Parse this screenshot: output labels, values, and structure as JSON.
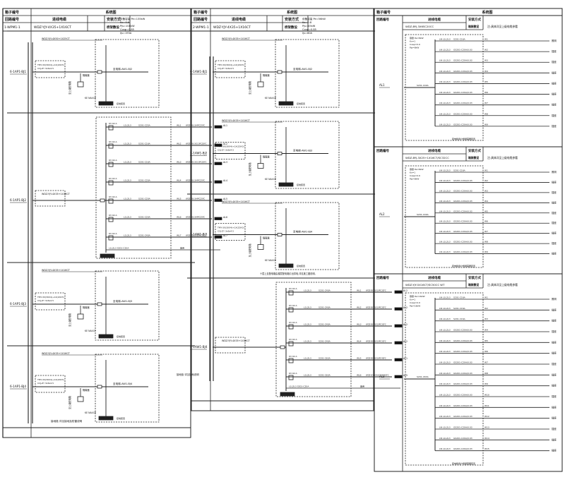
{
  "headers": {
    "cabinet_no": "箱子编号",
    "system_diagram": "系统图",
    "circuit_no": "回路编号",
    "cable": "进线电缆",
    "install": "安装方式",
    "note": "注:具体详见上级电缆参看"
  },
  "panel_left": {
    "incoming_id": "1-WPM1-1",
    "incoming_cable": "WDZ-YJY-4X35+1X16CT",
    "install": "桥架敷设",
    "params": [
      "Pe=135kW",
      "Kx=0.8",
      "Pjs=108kW",
      "Cosφ=0.85",
      "Ijs=193A"
    ],
    "sections": [
      {
        "id": "6-1AP1-BJ1",
        "feeder": "WDZ-YJY-4X50+1X25CT",
        "load": "至电梯-AW1-BJ2",
        "spd": "SPD-20kA"
      },
      {
        "id": "6-1AP1-BJ2",
        "feeder": "WDZ-YJY-4X35+1X16CT",
        "load": "",
        "branches": [
          {
            "breaker": "S201-C25A",
            "circuit": "WL1",
            "cable": "WDZ-BYJ-3X4PC25FC",
            "target": "AL1"
          },
          {
            "breaker": "S201-C16A",
            "circuit": "WL2",
            "cable": "WDZ-BYJ-3X2.5PC20FC",
            "target": "AL2"
          },
          {
            "breaker": "S201-C16A",
            "circuit": "WL3",
            "cable": "WDZ-BYJ-3X2.5PC20FC",
            "target": "AL3"
          },
          {
            "breaker": "S201-C20A",
            "circuit": "WL4",
            "cable": "WDZ-BYJ-3X4PC25FC",
            "target": "AL4"
          },
          {
            "breaker": "S201-C20A",
            "circuit": "WL5",
            "cable": "WDZ-BYJ-3X4PC25FC",
            "target": "AL5"
          },
          {
            "breaker": "S201-C20A",
            "circuit": "WL6",
            "cable": "WDZ-BYJ-3X4PC25FC",
            "target": "AL6"
          },
          {
            "breaker": "S201-C40A",
            "circuit": "WL7",
            "cable": "WDZ-BYJ-5X10PC32FC",
            "target": "AL7"
          }
        ],
        "spare": "备用"
      },
      {
        "id": "6-1AP1-BJ3",
        "feeder": "WDZ-YJY-4X35+1X16CT",
        "load": "至电梯-AW1-BJ3",
        "spd": "SPD-20kA"
      },
      {
        "id": "6-1AP1-BJ4",
        "feeder": "WDZ-YJY-4X35+1X16CT",
        "load": "至电梯-AW1-BJ4",
        "spd": "SPD-20kA"
      }
    ],
    "footer_note": "接地极 详见接地及防雷说明"
  },
  "panel_mid": {
    "incoming_id": "2-WPM1-1",
    "incoming_cable": "WDZ-YJY-4X35+1X16CT",
    "install": "桥架敷设",
    "params": [
      "Pe=56kW",
      "Kx=0.8",
      "Pjs=45kW",
      "Cosφ=0.85",
      "Ijs=80A"
    ],
    "sections": [
      {
        "id": "6-1AW1-BJ1",
        "feeder": "WDZ-YJY-4X35+1X16CT",
        "load": "至电梯-AW1-BJ2",
        "spd": "SPD-20kA"
      },
      {
        "id": "5-1AW1-BJ2",
        "feeder": "WDZ-YJY-4X35+1X16CT",
        "load": "至电梯-AW1-BJ3",
        "spd": "SPD-20kA"
      },
      {
        "id": "5-1AW1-BJ3",
        "feeder": "WDZ-YJY-4X35+1X16CT",
        "load": "至电梯-AW1-BJ4",
        "spd": "SPD-20kA"
      },
      {
        "id": "4-1AW1-BJ4",
        "feeder": "WDZ-YJY-4X35+1X16CT",
        "load": "",
        "branches": [
          {
            "breaker": "S201-C40A",
            "circuit": "WL1",
            "cable": "WDZ-BYJ-5X10PC32FC",
            "target": "AL2"
          },
          {
            "breaker": "S201-C40A",
            "circuit": "WL2",
            "cable": "WDZ-BYJ-5X10PC32FC",
            "target": "AL2"
          },
          {
            "breaker": "S201-C40A",
            "circuit": "WL3",
            "cable": "WDZ-BYJ-5X10PC32FC",
            "target": "AL2"
          },
          {
            "breaker": "S201-C40A",
            "circuit": "WL4",
            "cable": "WDZ-BYJ-5X10PC32FC",
            "target": "AL2"
          },
          {
            "breaker": "S201-C63A",
            "circuit": "WL5",
            "cable": "WDZ-BYJ-5X16PC40FC",
            "target": "AL1"
          },
          {
            "breaker": "S201-C63A",
            "circuit": "WL6",
            "cable": "WDZ-YJY-5X16CT/SC40FC",
            "target": "AL5"
          }
        ],
        "spare": "备用"
      }
    ],
    "section_note": "十层上至配电箱由楼层配电箱引出供电,详见施工图说明。",
    "footer_note": "接地极 详见接地说明"
  },
  "panel_right": {
    "boxes": [
      {
        "id": "AL1",
        "cable": "WDZ-BYJ-3X6SC20CC",
        "install": "暗装敷设",
        "note": "注:具体详见上级电缆参看",
        "params": [
          "Pe=8kW",
          "Kx=1",
          "Cosφ=0.9",
          "Pjs=8kW"
        ],
        "main": "S201-C40A",
        "rows": [
          {
            "type": "LN",
            "breaker": "S201-C16A",
            "w": "W1",
            "dest": "照明"
          },
          {
            "type": "LN",
            "breaker": "GS201-C20A/0.03",
            "w": "W2",
            "dest": "插座"
          },
          {
            "type": "LN",
            "breaker": "GS201-C20A/0.03",
            "w": "W3",
            "dest": "插座"
          },
          {
            "type": "LN",
            "breaker": "GS201-C20A/0.03",
            "w": "W4",
            "dest": "插座"
          },
          {
            "type": "LN",
            "breaker": "GS201-C20A/0.03",
            "w": "W5",
            "dest": "插座"
          },
          {
            "type": "LN",
            "breaker": "GS201-C20A/0.03",
            "w": "W6",
            "dest": "插座"
          },
          {
            "type": "LN",
            "breaker": "GS201-C20A/0.03",
            "w": "W7",
            "dest": "插座"
          },
          {
            "type": "LN",
            "breaker": "GS201-C20A/0.03",
            "w": "W8",
            "dest": "插座"
          },
          {
            "type": "LN",
            "breaker": "GS201-C20A/0.03",
            "w": "W9",
            "dest": "插座"
          }
        ],
        "footer": "配电箱用户根据需要配置"
      },
      {
        "id": "AL2",
        "cable": "WDZ-BYJ-3X25+1X16CT/SC32CC",
        "install": "暗装敷设",
        "note": "注:具体详见上级电缆参看",
        "params": [
          "Pe=8kW",
          "Kx=1",
          "Cosφ=0.9",
          "Pjs=8kW"
        ],
        "main": "S201-C40A",
        "rows": [
          {
            "type": "LN",
            "breaker": "S201-C16A",
            "w": "W1",
            "dest": "照明"
          },
          {
            "type": "LN",
            "breaker": "GS201-C20A/0.03",
            "w": "W2",
            "dest": "插座"
          },
          {
            "type": "LN",
            "breaker": "GS201-C20A/0.03",
            "w": "W3",
            "dest": "插座"
          },
          {
            "type": "LN",
            "breaker": "GS201-C20A/0.03",
            "w": "W4",
            "dest": "插座"
          },
          {
            "type": "LN",
            "breaker": "GS201-C20A/0.03",
            "w": "W5",
            "dest": "插座"
          },
          {
            "type": "LN",
            "breaker": "GS201-C20A/0.03",
            "w": "W6",
            "dest": "插座"
          },
          {
            "type": "LN",
            "breaker": "GS201-C20A/0.03",
            "w": "W7",
            "dest": "插座"
          },
          {
            "type": "LN",
            "breaker": "GS201-C20A/0.03",
            "w": "W8",
            "dest": "插座"
          },
          {
            "type": "LN",
            "breaker": "GS201-C20A/0.03",
            "w": "W9",
            "dest": "插座"
          }
        ],
        "footer": "配电箱用户根据需要配置"
      },
      {
        "id": "AL3",
        "cable": "WDZ-YJY-5X16CT/SC50CC WT",
        "install": "暗装敷设",
        "note": "注:具体详见上级电缆参看",
        "params": [
          "Pe=16kW",
          "Kx=1",
          "Cosφ=0.9",
          "Pjs=16kW"
        ],
        "main": "S201-C63A",
        "rows": [
          {
            "type": "LN",
            "breaker": "S201-C16A",
            "w": "W1",
            "dest": "照明"
          },
          {
            "type": "LN",
            "breaker": "S201-C16A",
            "w": "W2",
            "dest": "插座"
          },
          {
            "type": "LN",
            "breaker": "S201-C16A",
            "w": "W3",
            "dest": "插座"
          },
          {
            "type": "LN",
            "breaker": "GS201-C20A/0.03",
            "w": "W4",
            "dest": "插座"
          },
          {
            "type": "LN",
            "breaker": "GS201-C20A/0.03",
            "w": "W5",
            "dest": "插座"
          },
          {
            "type": "LN",
            "breaker": "GS201-C20A/0.03",
            "w": "W6",
            "dest": "插座"
          },
          {
            "type": "LN",
            "breaker": "GS201-C20A/0.03",
            "w": "W7",
            "dest": "插座"
          },
          {
            "type": "LN",
            "breaker": "GS201-C20A/0.03",
            "w": "W8",
            "dest": "插座"
          },
          {
            "type": "LN",
            "breaker": "GS201-C20A/0.03",
            "w": "W9",
            "dest": "插座"
          },
          {
            "type": "LN",
            "breaker": "GS201-C20A/0.03",
            "w": "W10",
            "dest": "插座"
          },
          {
            "type": "LN",
            "breaker": "GS201-C20A/0.03",
            "w": "W11",
            "dest": "插座"
          },
          {
            "type": "LN",
            "breaker": "GS201-C20A/0.03",
            "w": "W12",
            "dest": "插座"
          },
          {
            "type": "LN",
            "breaker": "GS201-C20A/0.03",
            "w": "W13",
            "dest": "插座"
          },
          {
            "type": "LN",
            "breaker": "GS201-C20A/0.03",
            "w": "W14",
            "dest": "插座"
          },
          {
            "type": "LN",
            "breaker": "GS201-C20A/0.03",
            "w": "W15",
            "dest": "插座"
          }
        ],
        "footer": "配电箱用户根据需要配置"
      }
    ]
  }
}
